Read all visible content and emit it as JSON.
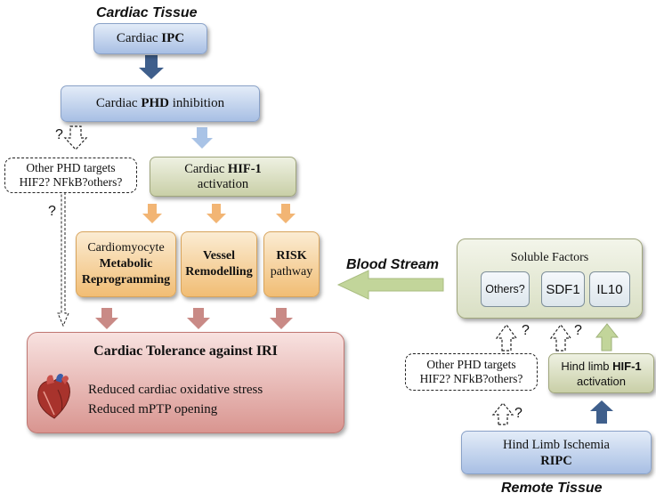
{
  "titles": {
    "cardiac_tissue": "Cardiac Tissue",
    "remote_tissue": "Remote Tissue",
    "blood_stream": "Blood Stream"
  },
  "boxes": {
    "cardiac_ipc": {
      "pre": "Cardiac ",
      "bold": "IPC"
    },
    "cardiac_phd": {
      "pre": "Cardiac ",
      "bold": "PHD",
      "post": " inhibition"
    },
    "other_targets_left": {
      "line1": "Other PHD targets",
      "line2": "HIF2? NFkB?others?"
    },
    "cardiac_hif": {
      "pre": "Cardiac ",
      "bold": "HIF-1",
      "line2": "activation"
    },
    "metabolic": {
      "line1": "Cardiomyocyte",
      "line2": "Metabolic",
      "line3": "Reprogramming"
    },
    "vessel": {
      "line1": "Vessel",
      "line2": "Remodelling"
    },
    "risk": {
      "line1": "RISK",
      "line2": "pathway"
    },
    "tolerance": {
      "title": "Cardiac Tolerance against IRI",
      "line1": "Reduced cardiac oxidative stress",
      "line2": "Reduced mPTP opening"
    },
    "soluble": {
      "title": "Soluble Factors",
      "items": [
        "Others?",
        "SDF1",
        "IL10"
      ]
    },
    "other_targets_right": {
      "line1": "Other PHD targets",
      "line2": "HIF2? NFkB?others?"
    },
    "hindlimb_hif": {
      "pre": "Hind limb ",
      "bold": "HIF-1",
      "line2": "activation"
    },
    "hindlimb_ripc": {
      "line1": "Hind Limb Ischemia",
      "bold": "RIPC"
    }
  },
  "question_mark": "?",
  "icons": [
    "heart-icon"
  ],
  "colors": {
    "blue_arrow": "#3f5f8c",
    "light_blue_arrow": "#a9c3e6",
    "orange_arrow": "#f2b574",
    "red_arrow": "#c98a86",
    "green_arrow": "#c2d59a"
  }
}
